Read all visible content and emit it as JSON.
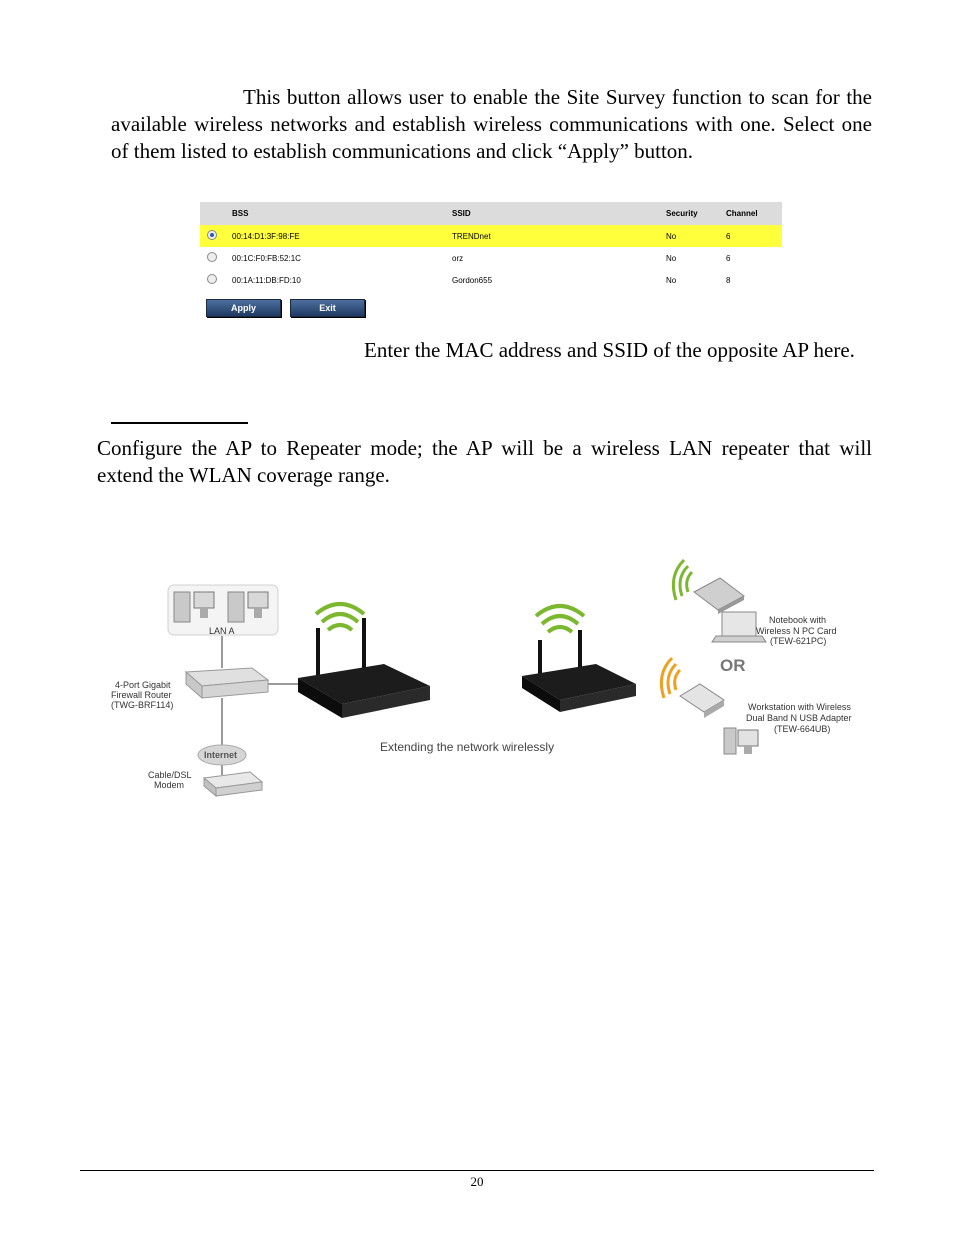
{
  "paragraphs": {
    "site_survey": "This button allows user to enable the Site Survey function to scan for the available wireless networks and establish wireless communications with one. Select one of them listed to establish communications and click “Apply” button.",
    "mac_ssid": "Enter the MAC address and SSID of the opposite AP here.",
    "repeater": "Configure the AP to Repeater mode; the AP will be a wireless LAN repeater that will extend the WLAN coverage range."
  },
  "survey": {
    "headers": [
      "BSS",
      "SSID",
      "Security",
      "Channel"
    ],
    "rows": [
      {
        "bss": "00:14:D1:3F:98:FE",
        "ssid": "TRENDnet",
        "security": "No",
        "channel": "6",
        "selected": true
      },
      {
        "bss": "00:1C:F0:FB:52:1C",
        "ssid": "orz",
        "security": "No",
        "channel": "6",
        "selected": false
      },
      {
        "bss": "00:1A:11:DB:FD:10",
        "ssid": "Gordon655",
        "security": "No",
        "channel": "8",
        "selected": false
      }
    ],
    "apply_label": "Apply",
    "exit_label": "Exit"
  },
  "diagram": {
    "lan_a": "LAN A",
    "router_line1": "4-Port Gigabit",
    "router_line2": "Firewall Router",
    "router_line3": "(TWG-BRF114)",
    "internet": "Internet",
    "modem_line1": "Cable/DSL",
    "modem_line2": "Modem",
    "caption": "Extending the network wirelessly",
    "notebook_line1": "Notebook with",
    "notebook_line2": "Wireless N PC Card",
    "notebook_line3": "(TEW-621PC)",
    "or": "OR",
    "workstation_line1": "Workstation with Wireless",
    "workstation_line2": "Dual Band N USB Adapter",
    "workstation_line3": "(TEW-664UB)"
  },
  "footer": {
    "page_number": "20"
  },
  "colors": {
    "selected_row": "#ffff3c",
    "header_row": "#dcdcdc",
    "wifi_green": "#7cb82f",
    "wifi_orange": "#f0a020"
  }
}
